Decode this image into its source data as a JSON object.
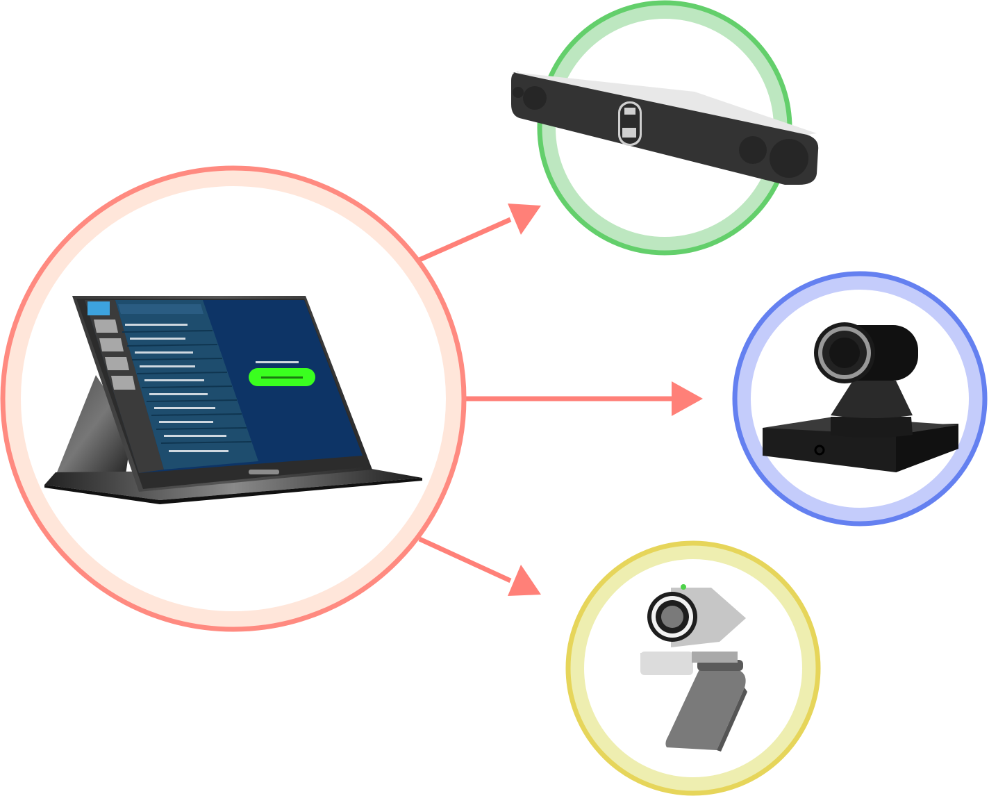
{
  "diagram": {
    "hub": {
      "device": "touch-panel",
      "icon": "touch-panel-icon",
      "ring_outer": "#ff8a80",
      "ring_inner": "#ffe6da",
      "screen_color": "#0d3466",
      "button_color": "#3aff1f"
    },
    "connections": [
      {
        "from": "touch-panel",
        "to": "video-bar"
      },
      {
        "from": "touch-panel",
        "to": "ptz-camera"
      },
      {
        "from": "touch-panel",
        "to": "webcam"
      }
    ],
    "arrow_color": "#ff8078",
    "targets": [
      {
        "device": "video-bar",
        "icon": "video-bar-icon",
        "ring_outer": "#63cf6b",
        "ring_inner": "#bde7c0"
      },
      {
        "device": "ptz-camera",
        "icon": "ptz-camera-icon",
        "ring_outer": "#6480f0",
        "ring_inner": "#c4ccfb"
      },
      {
        "device": "webcam",
        "icon": "webcam-icon",
        "ring_outer": "#e6d55a",
        "ring_inner": "#eeeeb0"
      }
    ]
  }
}
